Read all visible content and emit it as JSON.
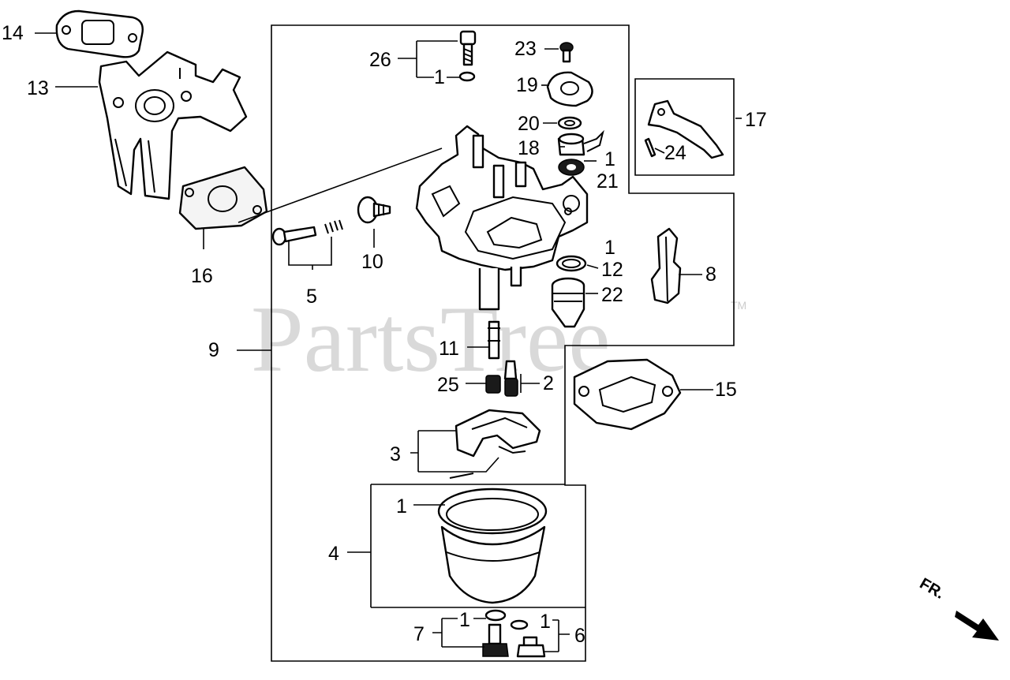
{
  "watermark": {
    "text": "PartsTree",
    "tm": "TM"
  },
  "direction": {
    "label": "FR."
  },
  "callouts": [
    {
      "id": "c14",
      "text": "14"
    },
    {
      "id": "c13",
      "text": "13"
    },
    {
      "id": "c16",
      "text": "16"
    },
    {
      "id": "c9",
      "text": "9"
    },
    {
      "id": "c26",
      "text": "26"
    },
    {
      "id": "c1a",
      "text": "1"
    },
    {
      "id": "c23",
      "text": "23"
    },
    {
      "id": "c19",
      "text": "19"
    },
    {
      "id": "c20",
      "text": "20"
    },
    {
      "id": "c18",
      "text": "18"
    },
    {
      "id": "c1b",
      "text": "1"
    },
    {
      "id": "c21",
      "text": "21"
    },
    {
      "id": "c17",
      "text": "17"
    },
    {
      "id": "c24",
      "text": "24"
    },
    {
      "id": "c10",
      "text": "10"
    },
    {
      "id": "c5",
      "text": "5"
    },
    {
      "id": "c1c",
      "text": "1"
    },
    {
      "id": "c12",
      "text": "12"
    },
    {
      "id": "c22",
      "text": "22"
    },
    {
      "id": "c8",
      "text": "8"
    },
    {
      "id": "c11",
      "text": "11"
    },
    {
      "id": "c25",
      "text": "25"
    },
    {
      "id": "c2",
      "text": "2"
    },
    {
      "id": "c15",
      "text": "15"
    },
    {
      "id": "c3",
      "text": "3"
    },
    {
      "id": "c1d",
      "text": "1"
    },
    {
      "id": "c4",
      "text": "4"
    },
    {
      "id": "c7",
      "text": "7"
    },
    {
      "id": "c1e",
      "text": "1"
    },
    {
      "id": "c1f",
      "text": "1"
    },
    {
      "id": "c6",
      "text": "6"
    }
  ]
}
